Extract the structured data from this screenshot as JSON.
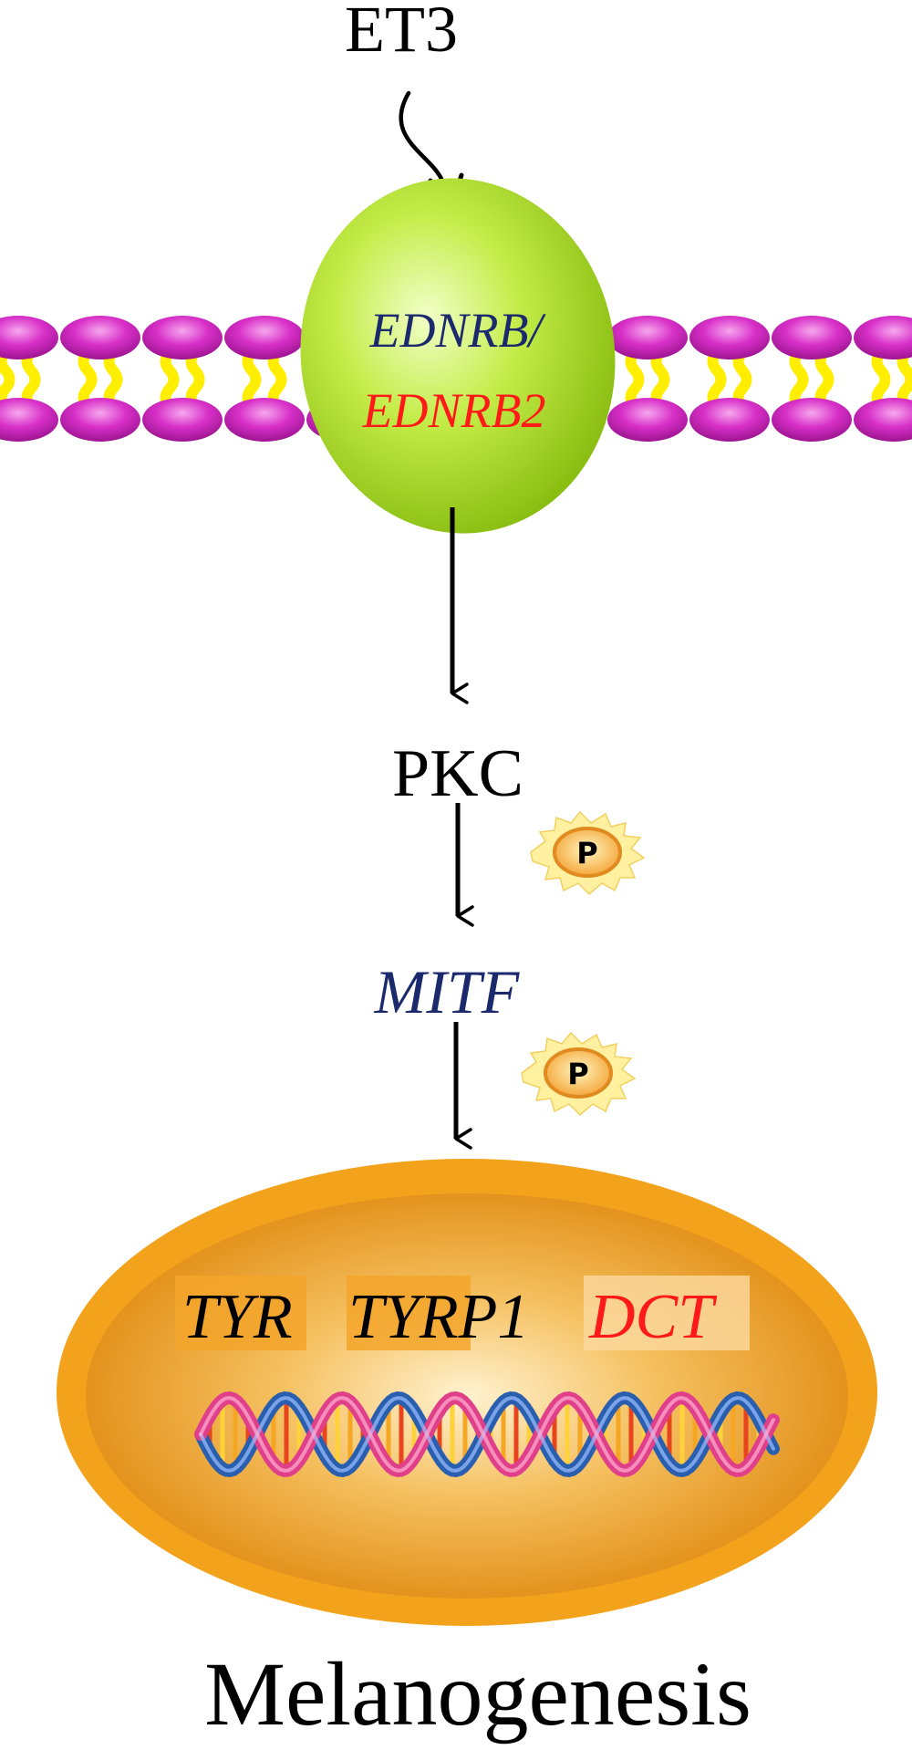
{
  "ligand": "ET3",
  "receptor": {
    "line1": "EDNRB/",
    "line2": "EDNRB2"
  },
  "kinase": "PKC",
  "transcription_factor": "MITF",
  "phospho_badge": "P",
  "target_genes": [
    "TYR",
    "TYRP1",
    "DCT"
  ],
  "outcome": "Melanogenesis",
  "colors": {
    "blue_gene": "#1a2a6c",
    "red_gene": "#ff1a1a",
    "membrane_head": "#d62fc6",
    "membrane_tail": "#ffee00",
    "receptor": "#a8d818",
    "nucleus": "#f0a020"
  }
}
